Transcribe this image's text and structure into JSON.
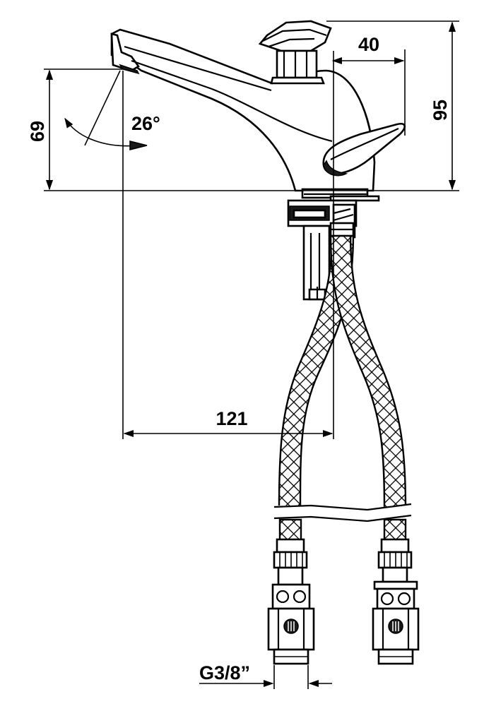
{
  "dimensions": {
    "spout_height": "69",
    "total_height": "95",
    "handle_offset": "40",
    "spout_reach": "121",
    "angle": "26°",
    "thread": "G3/8”"
  }
}
